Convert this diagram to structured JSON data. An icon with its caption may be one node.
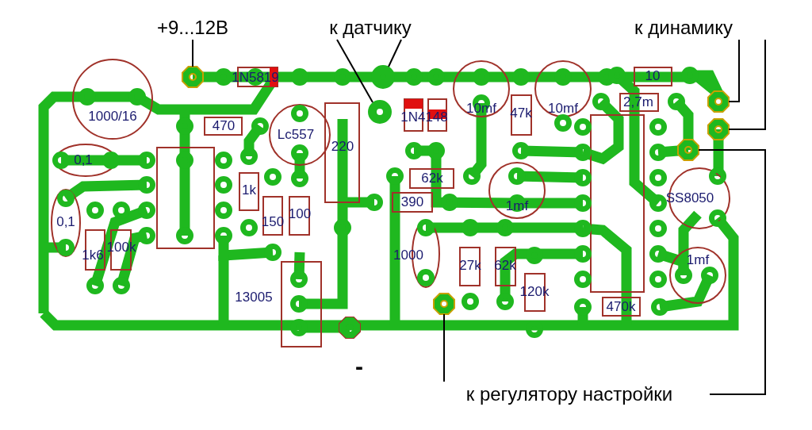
{
  "diagram": {
    "nodes": [
      {
        "text": [
          "+9...12В"
        ]
      },
      {
        "text": [
          "к датчику"
        ]
      },
      {
        "text": [
          "к динамику"
        ]
      },
      {
        "text": [],
        "shape": "octagon"
      },
      {
        "text": [],
        "shape": "circle"
      },
      {
        "text": [],
        "shape": "octagon"
      },
      {
        "text": [],
        "shape": "circle"
      },
      {
        "text": [],
        "shape": "octagon"
      },
      {
        "text": [],
        "shape": "octagon"
      },
      {
        "text": [],
        "shape": "octagon"
      },
      {
        "text": [
          "к регулятору настройки"
        ]
      }
    ],
    "edges": [
      {
        "from": 0,
        "to": 3,
        "arrow": "none"
      },
      {
        "from": 1,
        "to": 4,
        "arrow": "none"
      },
      {
        "from": 1,
        "to": 6,
        "arrow": "none"
      },
      {
        "from": 2,
        "to": 5,
        "arrow": "none"
      },
      {
        "from": 2,
        "to": 7,
        "arrow": "none"
      },
      {
        "from": 10,
        "to": 9,
        "arrow": "none"
      },
      {
        "from": 10,
        "to": 8,
        "arrow": "none"
      }
    ],
    "labels": [
      "1N5819",
      "1000/16",
      "470",
      "Lc557",
      "1N4148",
      "10mf",
      "47k",
      "10mf",
      "10",
      "2,7m",
      "220",
      "0,1",
      "62k",
      "1k",
      "390",
      "1mf",
      "SS8050",
      "0,1",
      "150",
      "100",
      "1k6",
      "100k",
      "1000",
      "27k",
      "62k",
      "1mf",
      "120k",
      "13005",
      "470k",
      "-"
    ]
  }
}
